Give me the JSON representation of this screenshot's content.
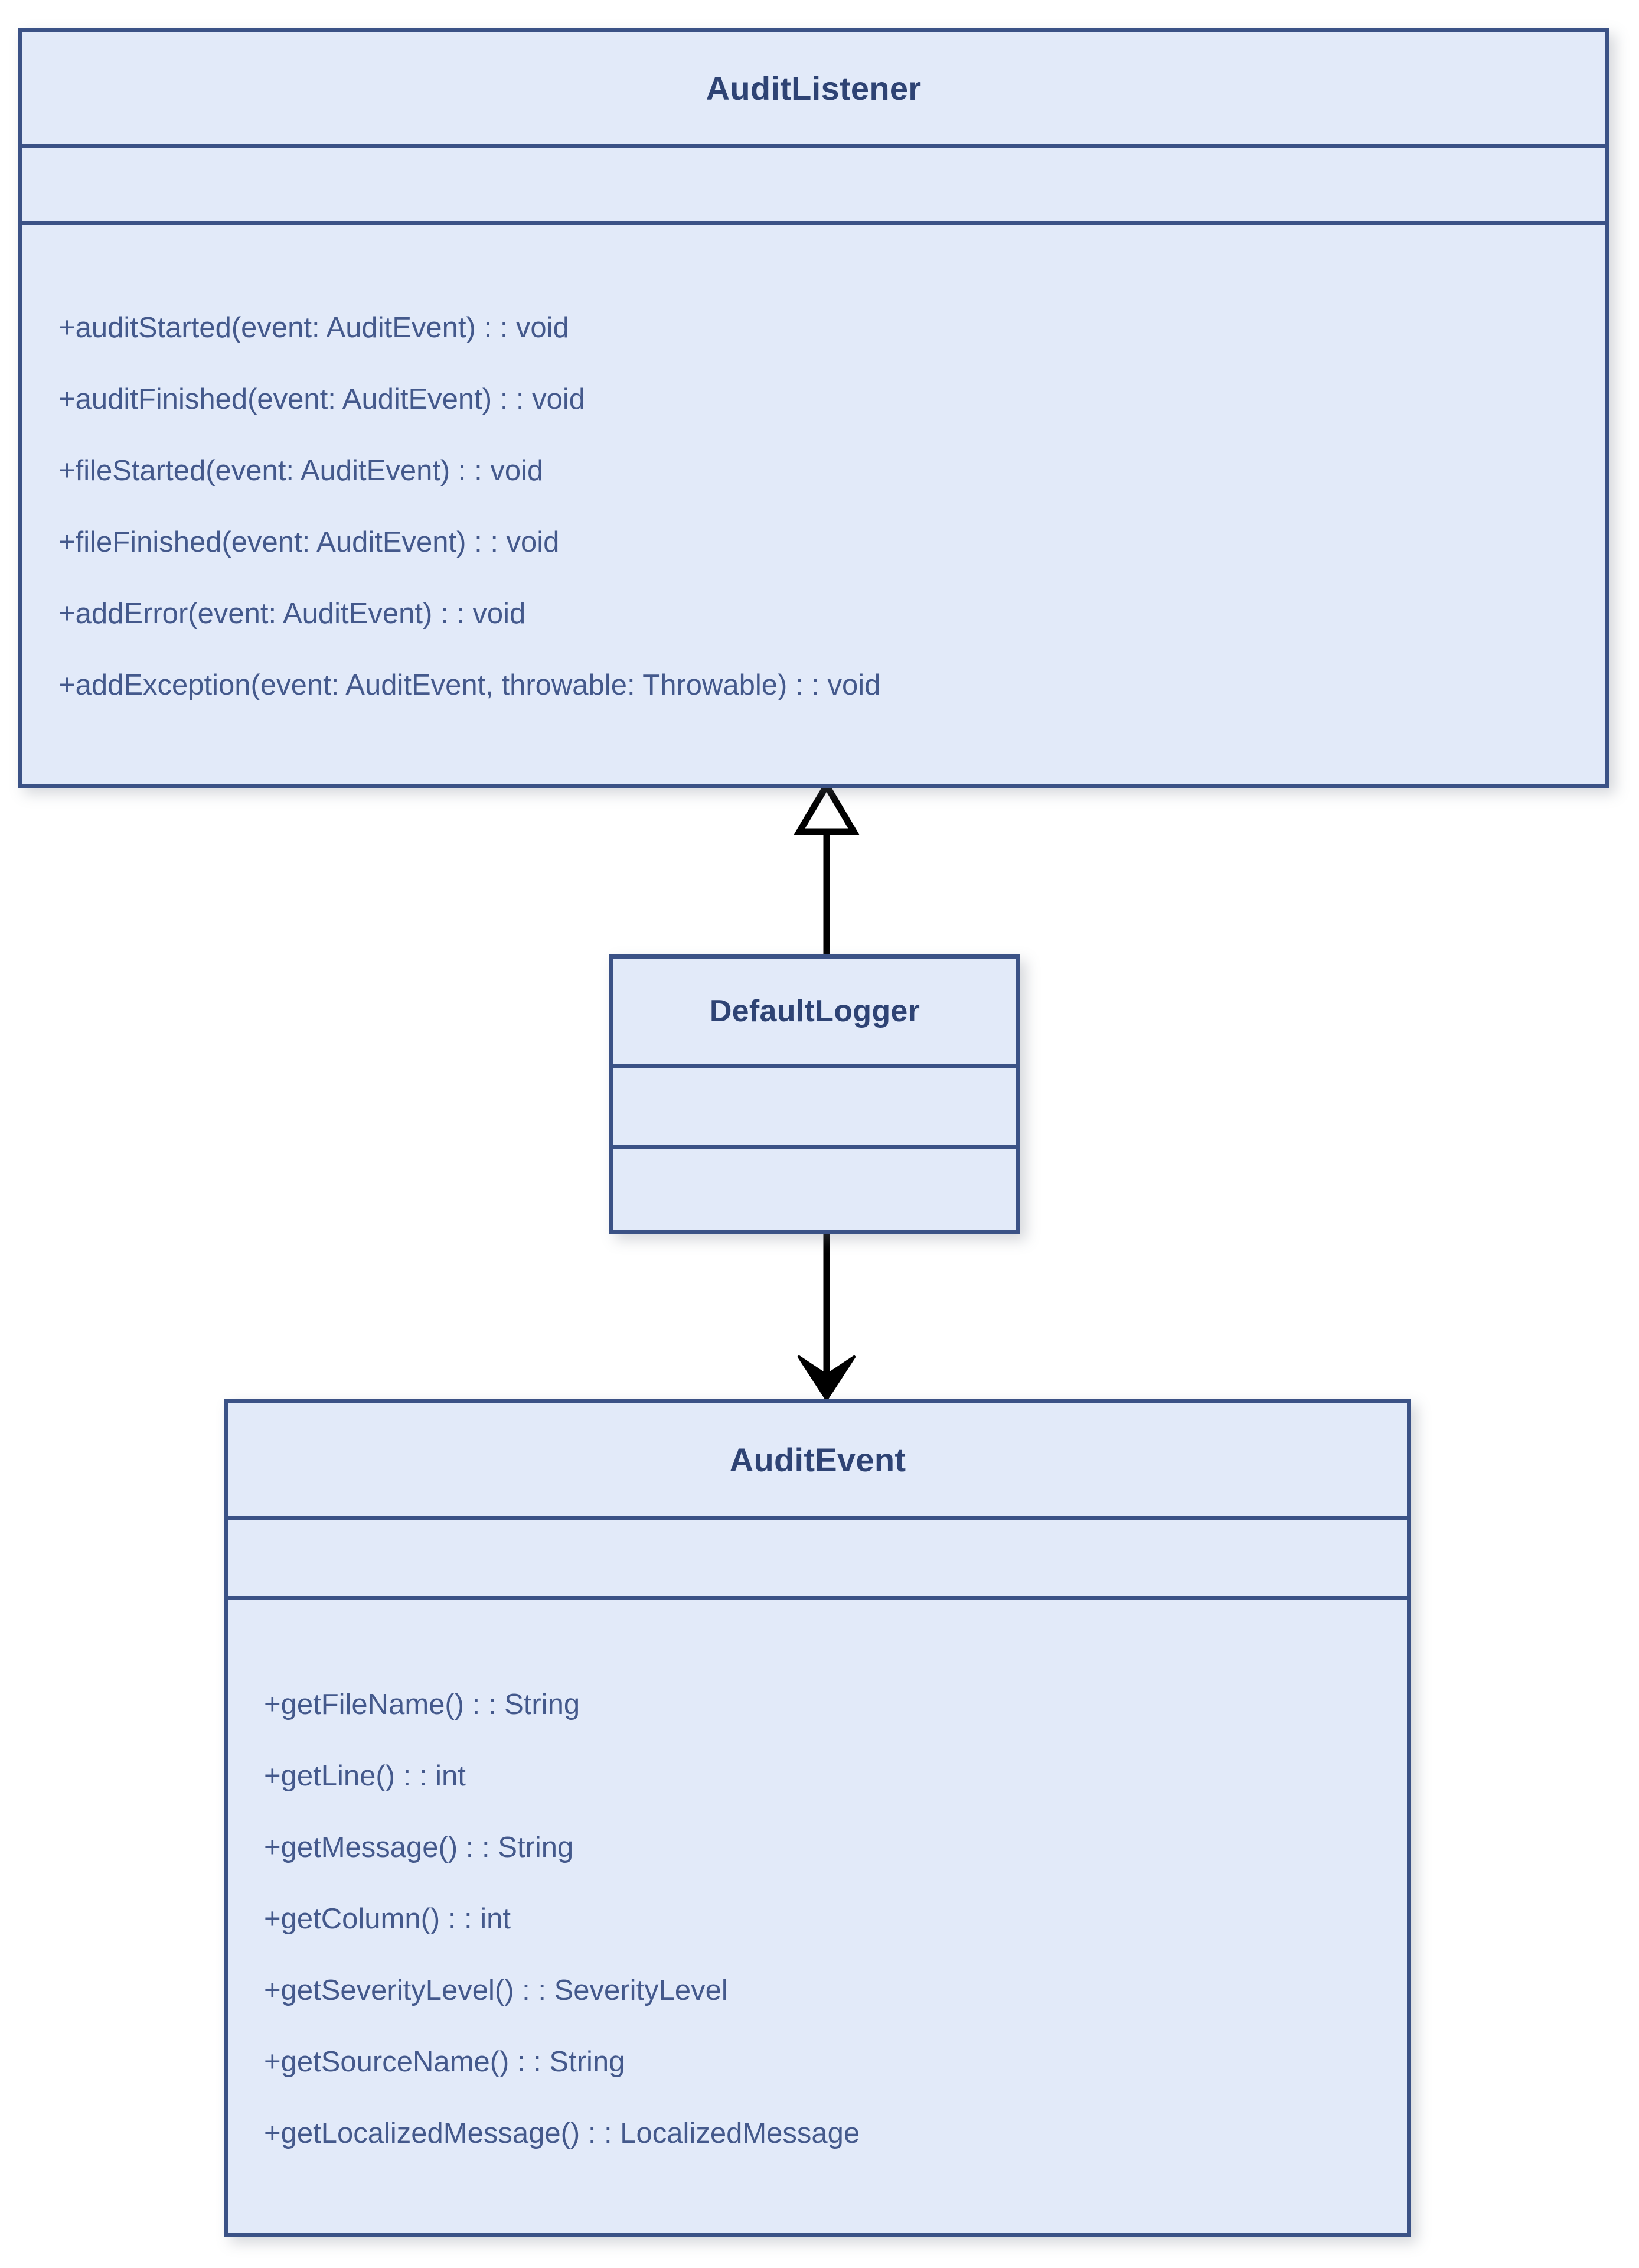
{
  "diagram": {
    "type": "uml-class-diagram",
    "background_color": "#ffffff",
    "class_fill_color": "#e2eaf9",
    "class_border_color": "#3b5286",
    "class_title_color": "#2e4374",
    "member_text_color": "#44598c",
    "connector_color": "#000000"
  },
  "classes": [
    {
      "id": "auditlistener",
      "name": "AuditListener",
      "attributes": [],
      "operations": [
        "+auditStarted(event: AuditEvent) : : void",
        "+auditFinished(event: AuditEvent) : : void",
        "+fileStarted(event: AuditEvent) : : void",
        "+fileFinished(event: AuditEvent) : : void",
        "+addError(event: AuditEvent) : : void",
        "+addException(event: AuditEvent, throwable: Throwable) : : void"
      ]
    },
    {
      "id": "defaultlogger",
      "name": "DefaultLogger",
      "attributes": [],
      "operations": []
    },
    {
      "id": "auditevent",
      "name": "AuditEvent",
      "attributes": [],
      "operations": [
        "+getFileName() : : String",
        "+getLine() : : int",
        "+getMessage() : : String",
        "+getColumn() : : int",
        "+getSeverityLevel() : : SeverityLevel",
        "+getSourceName() : : String",
        "+getLocalizedMessage() : : LocalizedMessage"
      ]
    }
  ],
  "connectors": [
    {
      "id": "generalization",
      "kind": "generalization",
      "arrowhead": "hollow-triangle",
      "from": "DefaultLogger",
      "to": "AuditListener",
      "label": ""
    },
    {
      "id": "dependency",
      "kind": "association",
      "arrowhead": "solid-open-arrow",
      "from": "DefaultLogger",
      "to": "AuditEvent",
      "label": ""
    }
  ]
}
